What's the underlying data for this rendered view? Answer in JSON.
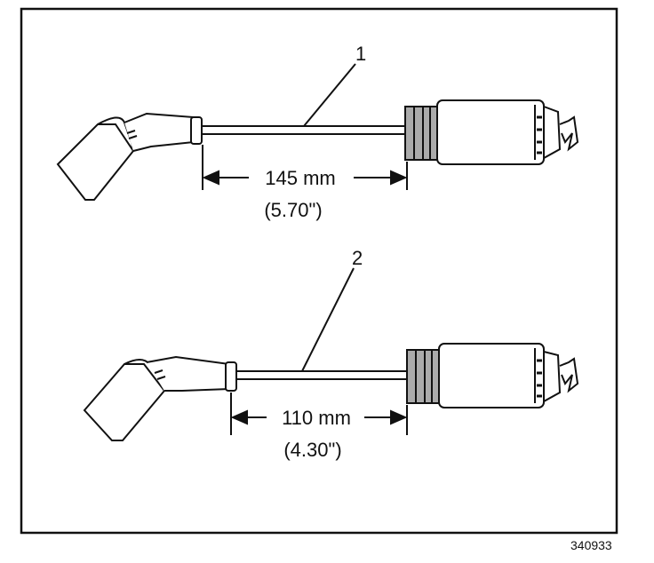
{
  "figure": {
    "ref_number": "340933",
    "colors": {
      "ink": "#111111",
      "paper": "#ffffff"
    }
  },
  "wires": [
    {
      "callout": "1",
      "length_metric": "145 mm",
      "length_imperial": "(5.70\")"
    },
    {
      "callout": "2",
      "length_metric": "110 mm",
      "length_imperial": "(4.30\")"
    }
  ]
}
